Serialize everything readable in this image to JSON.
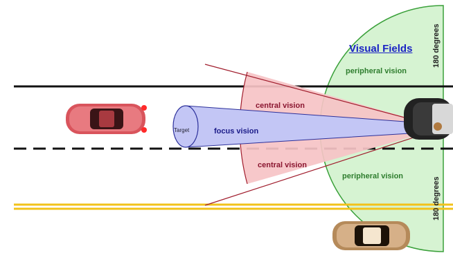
{
  "title": "Visual Fields",
  "labels": {
    "peripheral_top": "peripheral vision",
    "peripheral_bottom": "peripheral vision",
    "central_top": "central vision",
    "central_bottom": "central vision",
    "focus": "focus vision",
    "target": "Target",
    "degrees_top": "180 degrees",
    "degrees_bottom": "180 degrees"
  },
  "colors": {
    "peripheral_fill": "#d6f3d2",
    "peripheral_stroke": "#3aa03a",
    "central_fill": "#f6c3c6",
    "central_stroke": "#a01c2c",
    "focus_fill": "#c3c6f5",
    "focus_stroke": "#2b2f9a",
    "road_line": "#111111",
    "road_yellow": "#f2c21a",
    "title": "#1a22c4"
  }
}
